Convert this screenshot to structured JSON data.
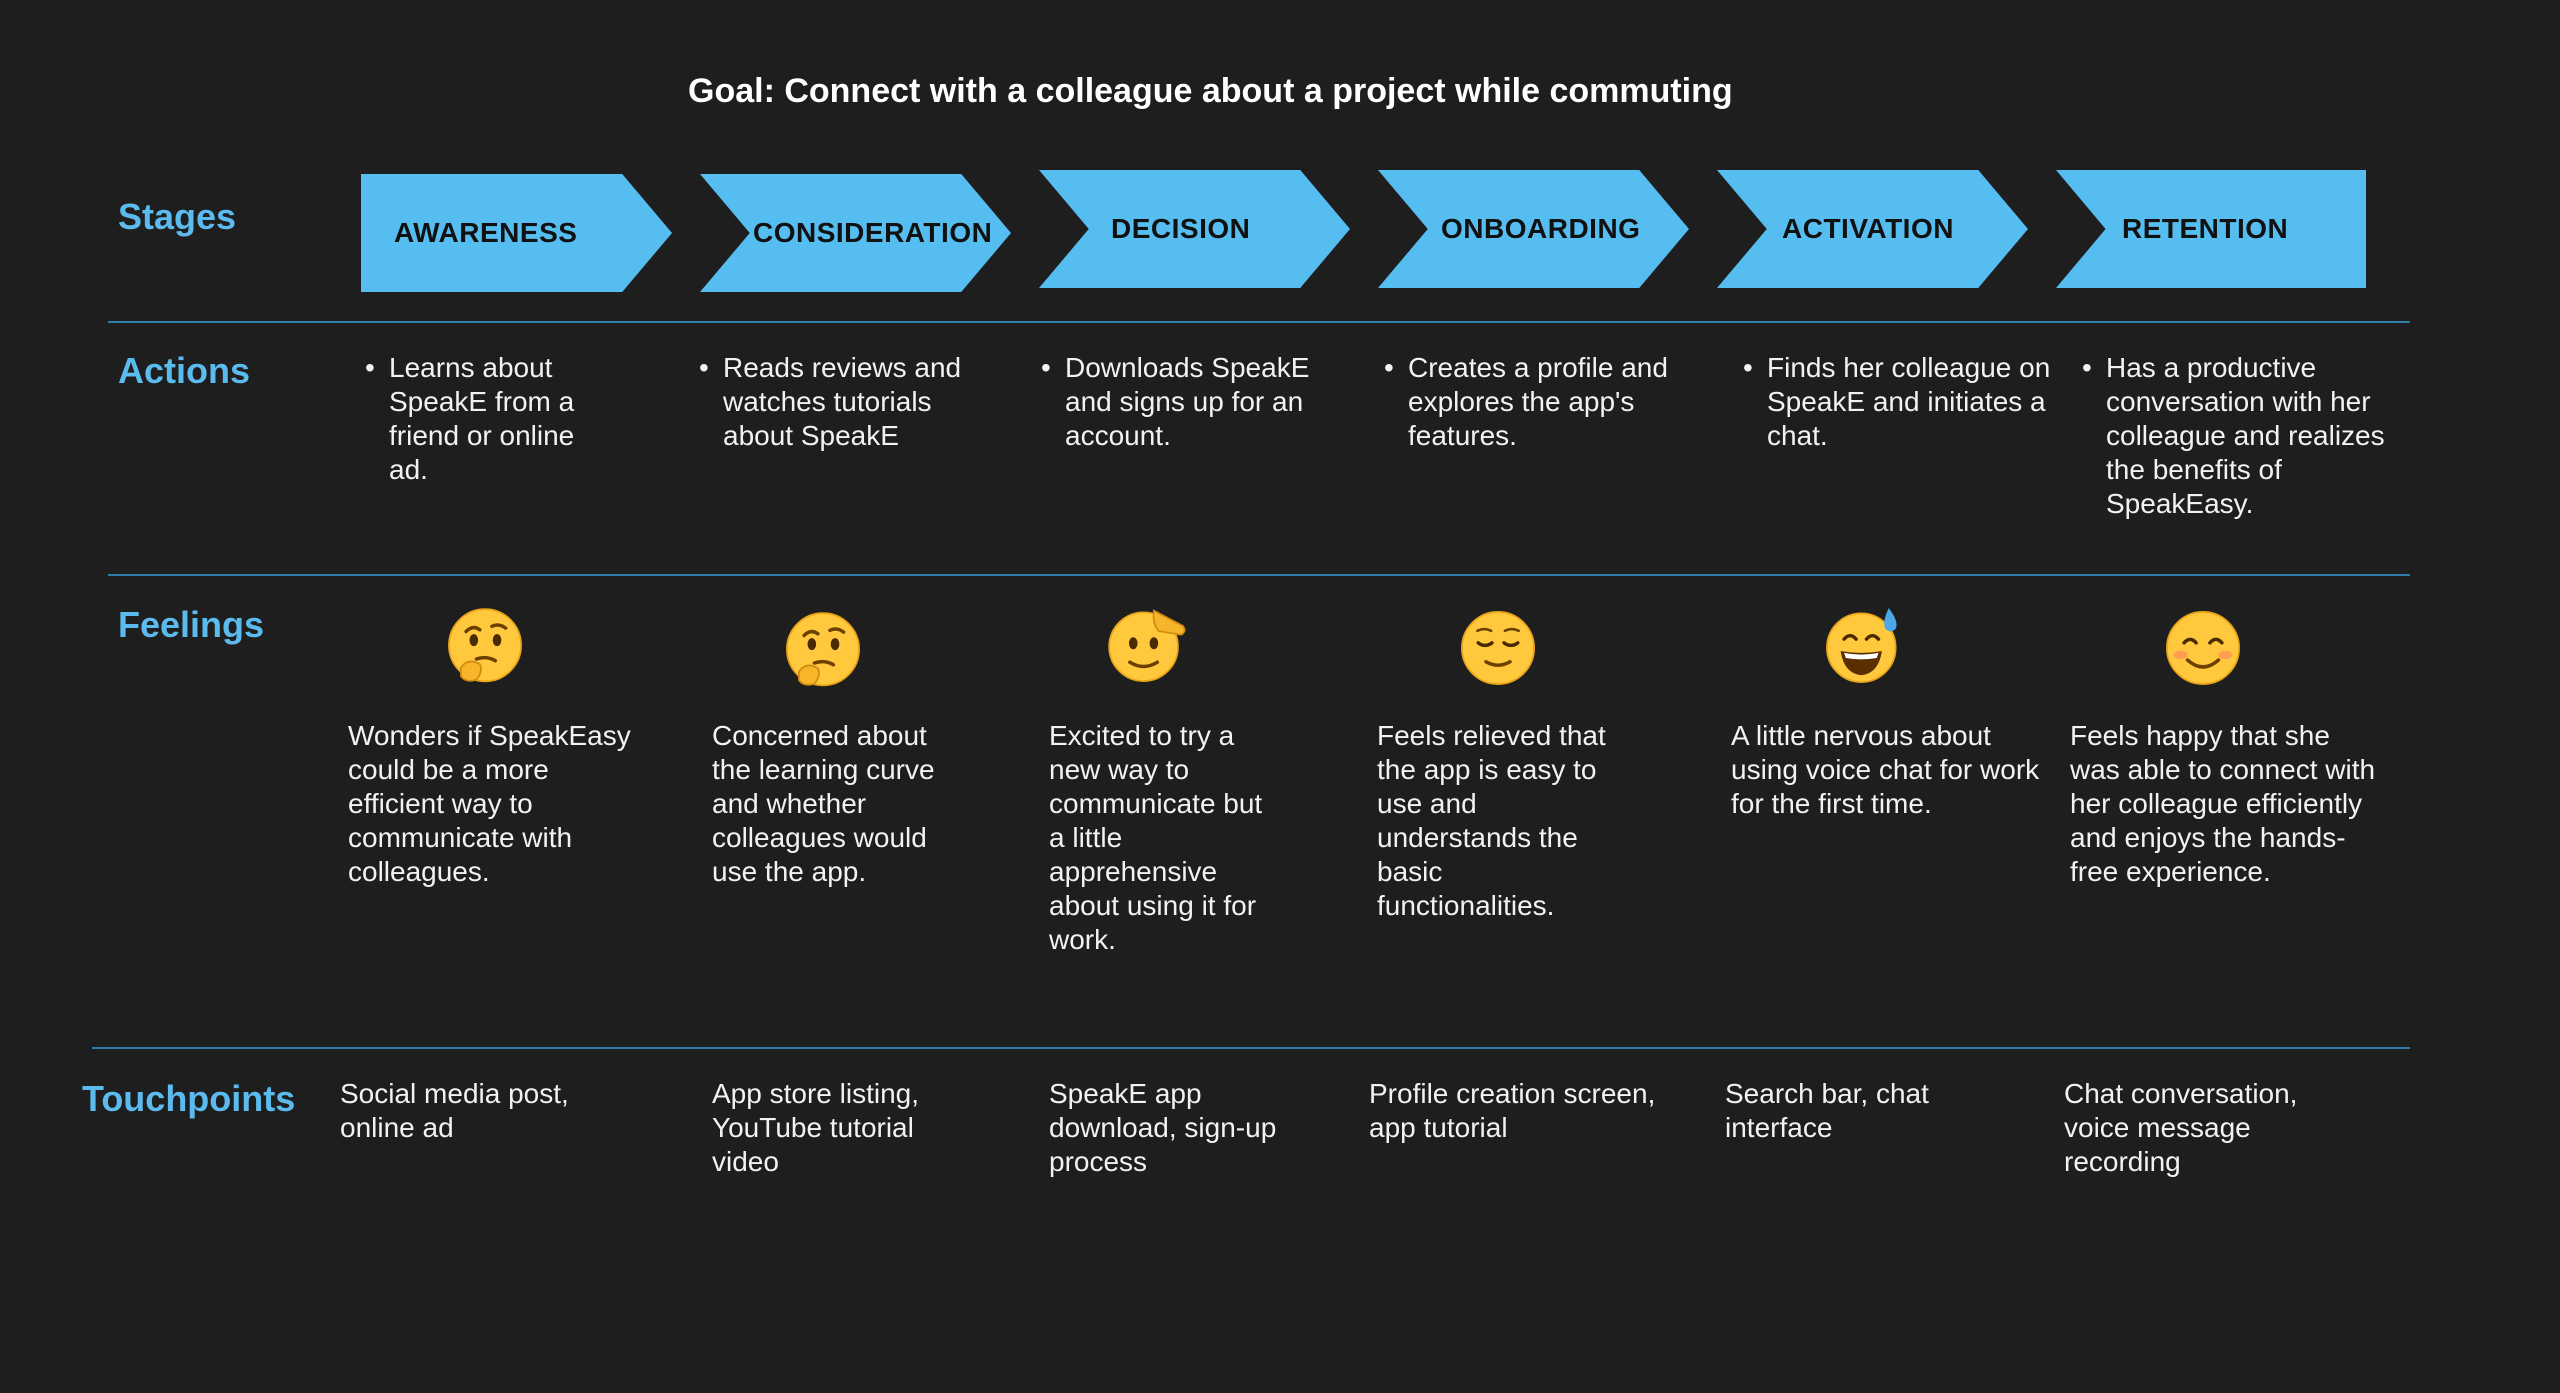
{
  "goal": "Goal: Connect with a colleague about a project while commuting",
  "labels": {
    "stages": "Stages",
    "actions": "Actions",
    "feelings": "Feelings",
    "touchpoints": "Touchpoints"
  },
  "colors": {
    "accent": "#55bdef",
    "label": "#5bbbef",
    "background": "#1e1e1e",
    "divider": "#2d7fa8"
  },
  "stages": [
    {
      "name": "AWARENESS",
      "action": "Learns about SpeakE from a friend or online ad.",
      "feeling_icon": "thinking-face-icon",
      "feeling": "Wonders if SpeakEasy could be a more efficient way to communicate with colleagues.",
      "touchpoint": "Social media post, online ad"
    },
    {
      "name": "CONSIDERATION",
      "action": "Reads reviews and watches tutorials about SpeakE",
      "feeling_icon": "thinking-face-icon",
      "feeling": "Concerned about the learning curve and whether colleagues would use the app.",
      "touchpoint": "App store listing, YouTube tutorial video"
    },
    {
      "name": "DECISION",
      "action": "Downloads SpeakE and signs up for an account.",
      "feeling_icon": "saluting-face-icon",
      "feeling": "Excited to try a new way to communicate but a little apprehensive about using it for work.",
      "touchpoint": "SpeakE app download, sign-up process"
    },
    {
      "name": "ONBOARDING",
      "action": "Creates a profile and explores the app's features.",
      "feeling_icon": "relieved-face-icon",
      "feeling": "Feels relieved that the app is easy to use and understands the basic functionalities.",
      "touchpoint": "Profile creation screen, app tutorial"
    },
    {
      "name": "ACTIVATION",
      "action": "Finds her colleague on SpeakE and initiates a chat.",
      "feeling_icon": "grinning-sweat-face-icon",
      "feeling": "A little nervous about using voice chat for work for the first time.",
      "touchpoint": "Search bar, chat interface"
    },
    {
      "name": "RETENTION",
      "action": "Has a productive conversation with her colleague and realizes the benefits of SpeakEasy.",
      "feeling_icon": "smiling-face-icon",
      "feeling": "Feels happy that she was able to connect with her colleague efficiently and enjoys the hands-free experience.",
      "touchpoint": "Chat conversation, voice message recording"
    }
  ]
}
